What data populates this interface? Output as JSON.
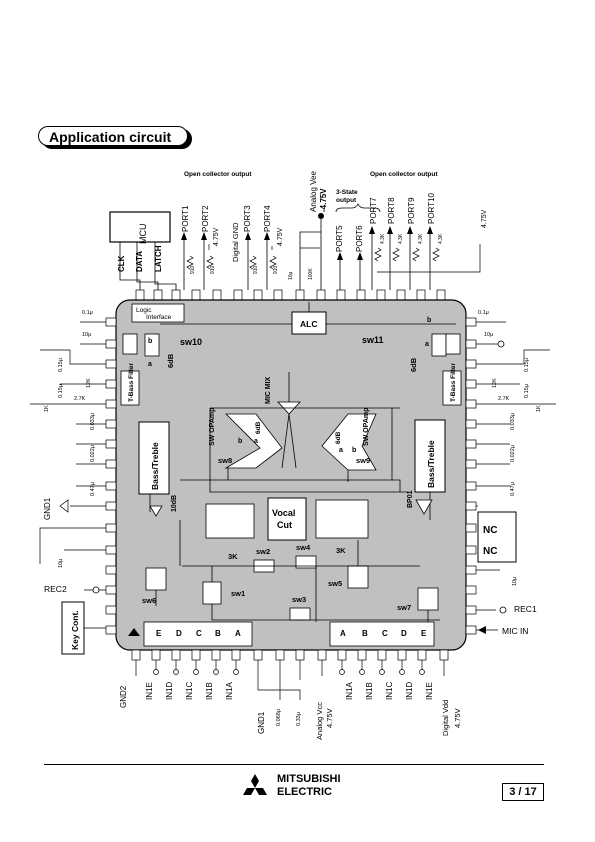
{
  "header": {
    "title": "Application circuit"
  },
  "ext": {
    "open_collector_left": "Open collector output",
    "open_collector_right": "Open collector output",
    "three_state_1": "3-State",
    "three_state_2": "output",
    "analog_vee": "Analog Vee",
    "analog_vee_val": "-4.75V",
    "mcu": "MCU",
    "clk": "CLK",
    "data": "DATA",
    "latch": "LATCH",
    "port1": "PORT1",
    "port2": "PORT2",
    "port3": "PORT3",
    "port4": "PORT4",
    "port5": "PORT5",
    "port6": "PORT6",
    "port7": "PORT7",
    "port8": "PORT8",
    "port9": "PORT9",
    "port10": "PORT10",
    "v475": "4.75V",
    "digital_gnd": "Digital GND",
    "r43k": "4.3K",
    "r910": "910",
    "r100k": "100K",
    "c10u": "10μ",
    "c01u": "0.1μ",
    "c015u": "0.15μ",
    "c0033u": "0.033μ",
    "c0022u": "0.022μ",
    "c047u": "0.47μ",
    "c0068u": "0.068μ",
    "c033u": "0.33μ",
    "r12k": "12K",
    "r27k": "2.7K",
    "r1k": "1K",
    "gnd1": "GND1",
    "gnd2": "GND2",
    "rec2": "REC2",
    "rec1": "REC1",
    "mic_in": "MIC IN",
    "key_cont": "Key Cont.",
    "in1e": "IN1E",
    "in1d": "IN1D",
    "in1c": "IN1C",
    "in1b": "IN1B",
    "in1a": "IN1A",
    "analog_vcc": "Analog Vcc",
    "digital_vdd": "Digital Vdd"
  },
  "chip": {
    "logic_interface_1": "Logic",
    "logic_interface_2": "Interface",
    "alc": "ALC",
    "sw10": "sw10",
    "sw11": "sw11",
    "sw8": "sw8",
    "sw9": "sw9",
    "sw1": "sw1",
    "sw2": "sw2",
    "sw3": "sw3",
    "sw4": "sw4",
    "sw5": "sw5",
    "sw6": "sw6",
    "sw7": "sw7",
    "db6": "6dB",
    "db10": "10dB",
    "tbass": "T-Bass Filter",
    "bass_treble": "Bass/Treble",
    "sw_opamp": "SW OPAmp",
    "mic_mix": "MIC MIX",
    "vocal_cut_1": "Vocal",
    "vocal_cut_2": "Cut",
    "bp01": "BP01",
    "nc": "NC",
    "r3k": "3K",
    "a": "a",
    "b": "b",
    "ch_E": "E",
    "ch_D": "D",
    "ch_C": "C",
    "ch_B": "B",
    "ch_A": "A"
  },
  "footer": {
    "brand_line1": "MITSUBISHI",
    "brand_line2": "ELECTRIC",
    "page": "3",
    "total": "/ 17"
  }
}
